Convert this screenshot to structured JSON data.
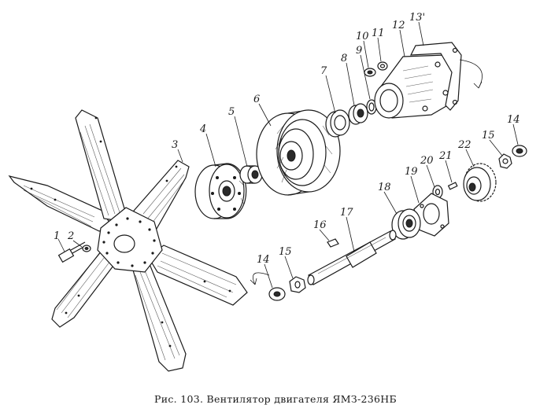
{
  "caption": "Рис. 103. Вентилятор двигателя ЯМЗ-236НБ",
  "part_labels": [
    {
      "id": "1",
      "text": "1"
    },
    {
      "id": "2",
      "text": "2"
    },
    {
      "id": "3",
      "text": "3"
    },
    {
      "id": "4",
      "text": "4"
    },
    {
      "id": "5",
      "text": "5"
    },
    {
      "id": "6",
      "text": "6"
    },
    {
      "id": "7",
      "text": "7"
    },
    {
      "id": "8",
      "text": "8"
    },
    {
      "id": "9",
      "text": "9"
    },
    {
      "id": "10",
      "text": "10"
    },
    {
      "id": "11",
      "text": "11"
    },
    {
      "id": "12",
      "text": "12"
    },
    {
      "id": "13",
      "text": "13'"
    },
    {
      "id": "14a",
      "text": "14"
    },
    {
      "id": "15a",
      "text": "15"
    },
    {
      "id": "22",
      "text": "22"
    },
    {
      "id": "21",
      "text": "21"
    },
    {
      "id": "20",
      "text": "20"
    },
    {
      "id": "19",
      "text": "19"
    },
    {
      "id": "18",
      "text": "18"
    },
    {
      "id": "17",
      "text": "17"
    },
    {
      "id": "16",
      "text": "16"
    },
    {
      "id": "15b",
      "text": "15"
    },
    {
      "id": "14b",
      "text": "14"
    }
  ]
}
